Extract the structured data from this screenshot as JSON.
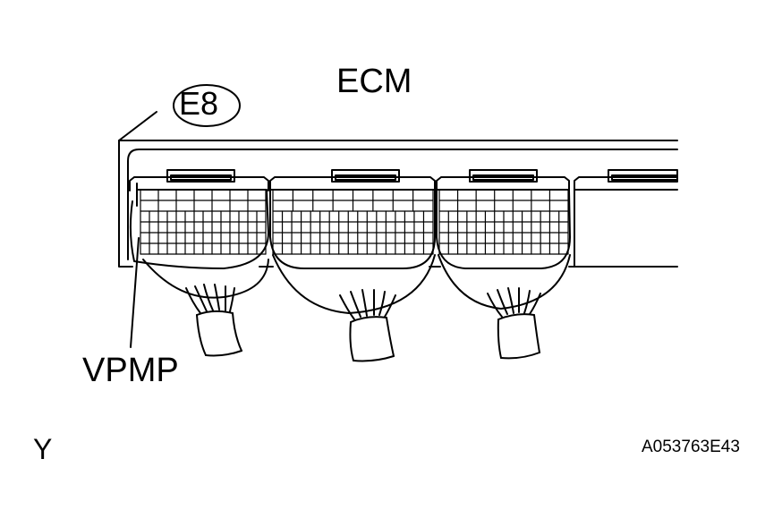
{
  "diagram": {
    "unit_label": "ECM",
    "connector_code": "E8",
    "terminal_label": "VPMP",
    "corner_mark": "Y",
    "figure_code": "A053763E43"
  },
  "colors": {
    "line": "#000000",
    "background": "#ffffff"
  },
  "connectors": [
    {
      "id": "E8",
      "connected": true
    },
    {
      "id": "second",
      "connected": true
    },
    {
      "id": "third",
      "connected": true
    },
    {
      "id": "fourth",
      "connected": false
    }
  ]
}
